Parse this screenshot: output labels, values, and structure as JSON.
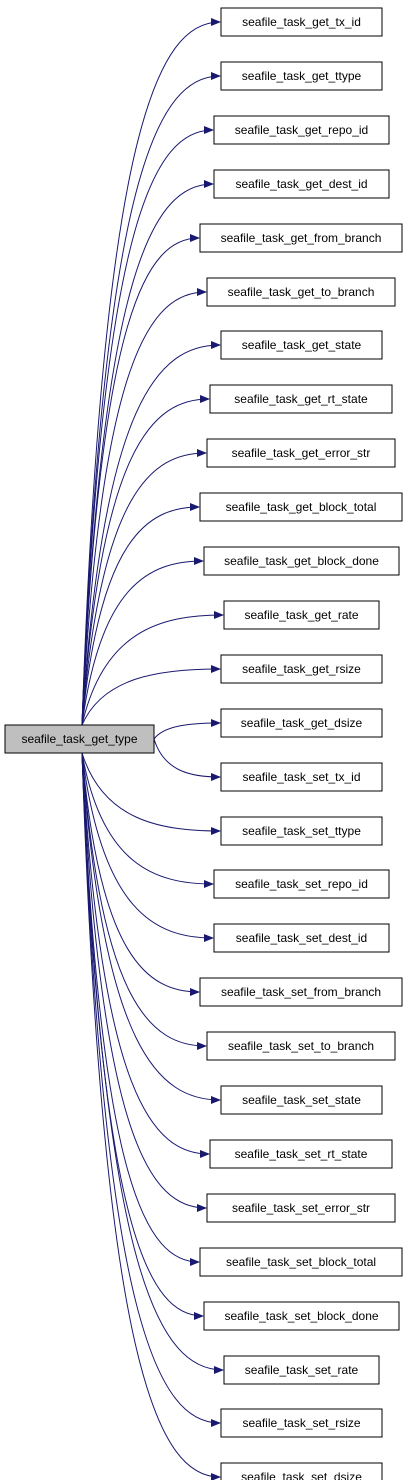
{
  "source_function": "seafile_task_get_type",
  "callees": [
    "seafile_task_get_tx_id",
    "seafile_task_get_ttype",
    "seafile_task_get_repo_id",
    "seafile_task_get_dest_id",
    "seafile_task_get_from_branch",
    "seafile_task_get_to_branch",
    "seafile_task_get_state",
    "seafile_task_get_rt_state",
    "seafile_task_get_error_str",
    "seafile_task_get_block_total",
    "seafile_task_get_block_done",
    "seafile_task_get_rate",
    "seafile_task_get_rsize",
    "seafile_task_get_dsize",
    "seafile_task_set_tx_id",
    "seafile_task_set_ttype",
    "seafile_task_set_repo_id",
    "seafile_task_set_dest_id",
    "seafile_task_set_from_branch",
    "seafile_task_set_to_branch",
    "seafile_task_set_state",
    "seafile_task_set_rt_state",
    "seafile_task_set_error_str",
    "seafile_task_set_block_total",
    "seafile_task_set_block_done",
    "seafile_task_set_rate",
    "seafile_task_set_rsize",
    "seafile_task_set_dsize"
  ],
  "colors": {
    "edge": "#191970",
    "source_fill": "#bfbfbf",
    "node_fill": "#ffffff",
    "node_border": "#000000"
  }
}
